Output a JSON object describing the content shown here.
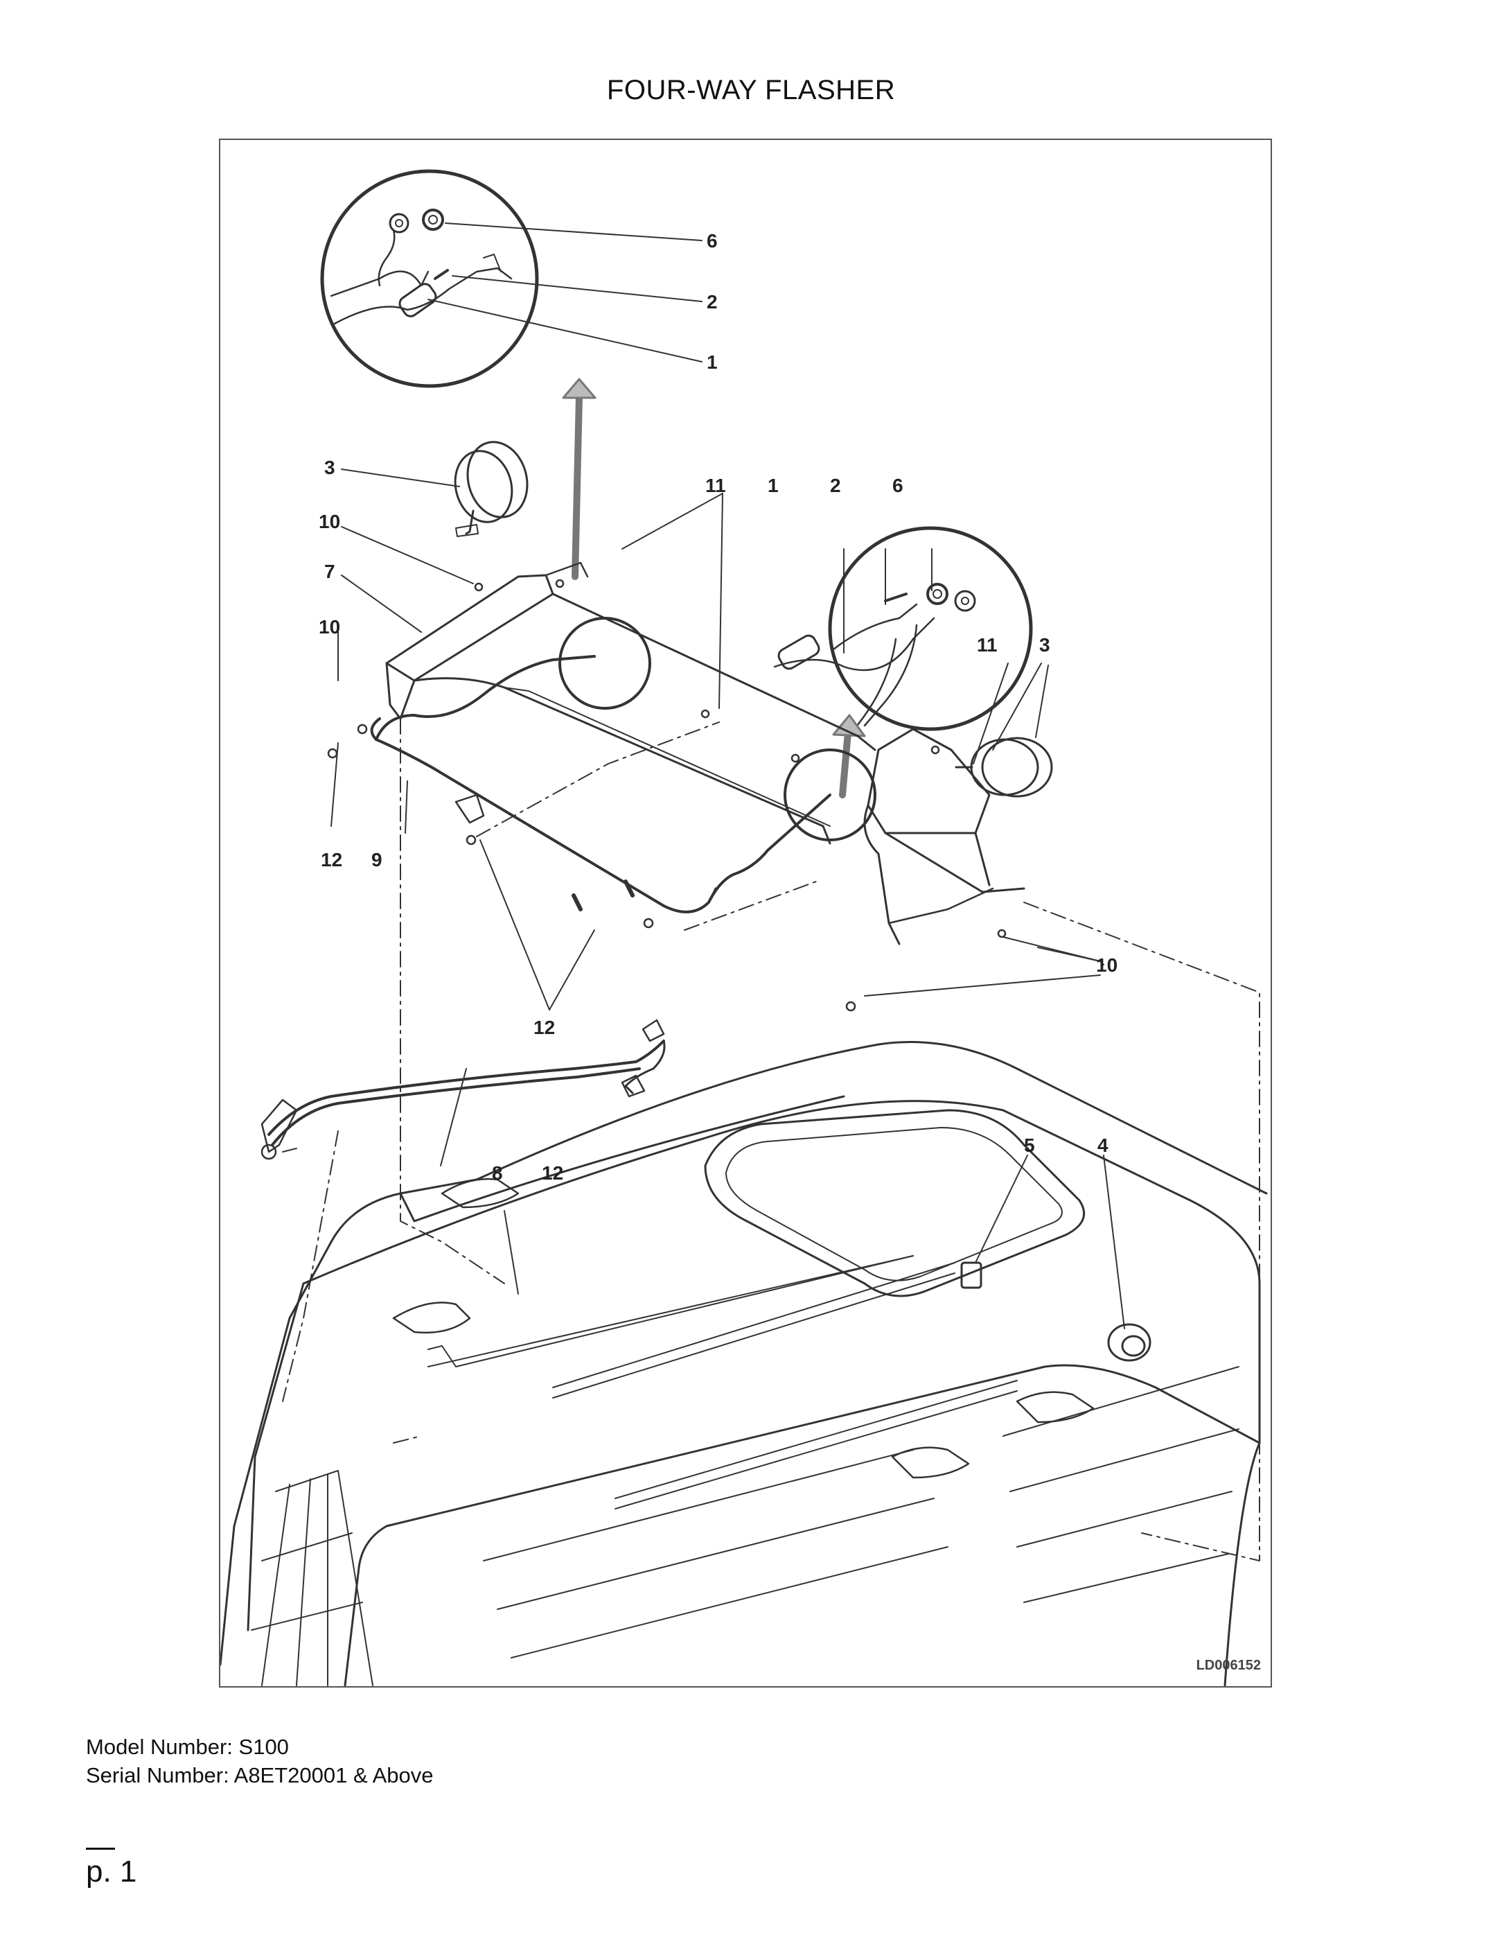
{
  "title": "FOUR-WAY FLASHER",
  "drawing_id": "LD006152",
  "model_line": "Model Number: S100",
  "serial_line": "Serial Number: A8ET20001 & Above",
  "page": "p. 1",
  "callouts": {
    "c1a": "1",
    "c2a": "2",
    "c6a": "6",
    "c3a": "3",
    "c10a": "10",
    "c7": "7",
    "c10b": "10",
    "c11a": "11",
    "c1b": "1",
    "c2b": "2",
    "c6b": "6",
    "c11b": "11",
    "c3b": "3",
    "c12a": "12",
    "c9": "9",
    "c12b": "12",
    "c10c": "10",
    "c8": "8",
    "c12c": "12",
    "c5": "5",
    "c4": "4"
  }
}
